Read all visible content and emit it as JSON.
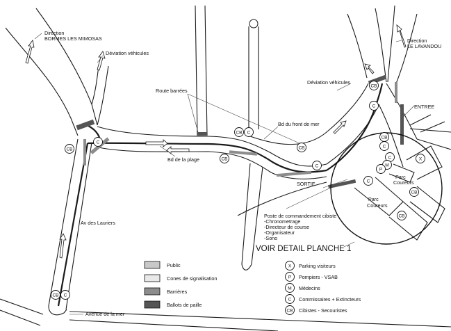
{
  "labels": {
    "direction_bormes_1": "Direction",
    "direction_bormes_2": "BORMES LES MIMOSAS",
    "deviation_left": "Déviation véhicules",
    "route_barrees": "Route barrées",
    "direction_lavandou_1": "Direction",
    "direction_lavandou_2": "LE LAVANDOU",
    "deviation_right": "Déviation véhicules",
    "entree": "ENTREE",
    "bd_front_de_mer": "Bd du front de mer",
    "bd_de_la_plage": "Bd de la plage",
    "sortie": "SORTIE",
    "parc_coureurs_small_1": "Parc",
    "parc_coureurs_small_2": "Coureurs",
    "parc_coureurs_big_1": "Parc",
    "parc_coureurs_big_2": "Coureurs",
    "poste": [
      "Poste de commandement cibiste",
      "-Chronometrage",
      "-Directeur de course",
      "-Organisateur",
      "-Sono"
    ],
    "voir_detail": "VOIR DETAIL PLANCHE 1",
    "av_des_lauriers": "Av des Lauriers",
    "avenue_de_la_mer": "Avenue de la mer"
  },
  "markers": {
    "cb": "CB",
    "c": "C",
    "p": "P",
    "m": "M",
    "x": "X"
  },
  "legend_left": [
    {
      "label": "Public",
      "fill": "#c8c8c8"
    },
    {
      "label": "Cones de signalisation",
      "fill": "#e9e9e9"
    },
    {
      "label": "Barrières",
      "fill": "#8c8c8c"
    },
    {
      "label": "Ballots de paille",
      "fill": "#555555"
    }
  ],
  "legend_right": [
    {
      "symbol": "X",
      "label": "Parking visiteurs"
    },
    {
      "symbol": "P",
      "label": "Pompiers - VSAB"
    },
    {
      "symbol": "M",
      "label": "Médecins"
    },
    {
      "symbol": "C",
      "label": "Commissaires + Extincteurs"
    },
    {
      "symbol": "CB",
      "label": "Cibistes - Secouristes"
    }
  ]
}
